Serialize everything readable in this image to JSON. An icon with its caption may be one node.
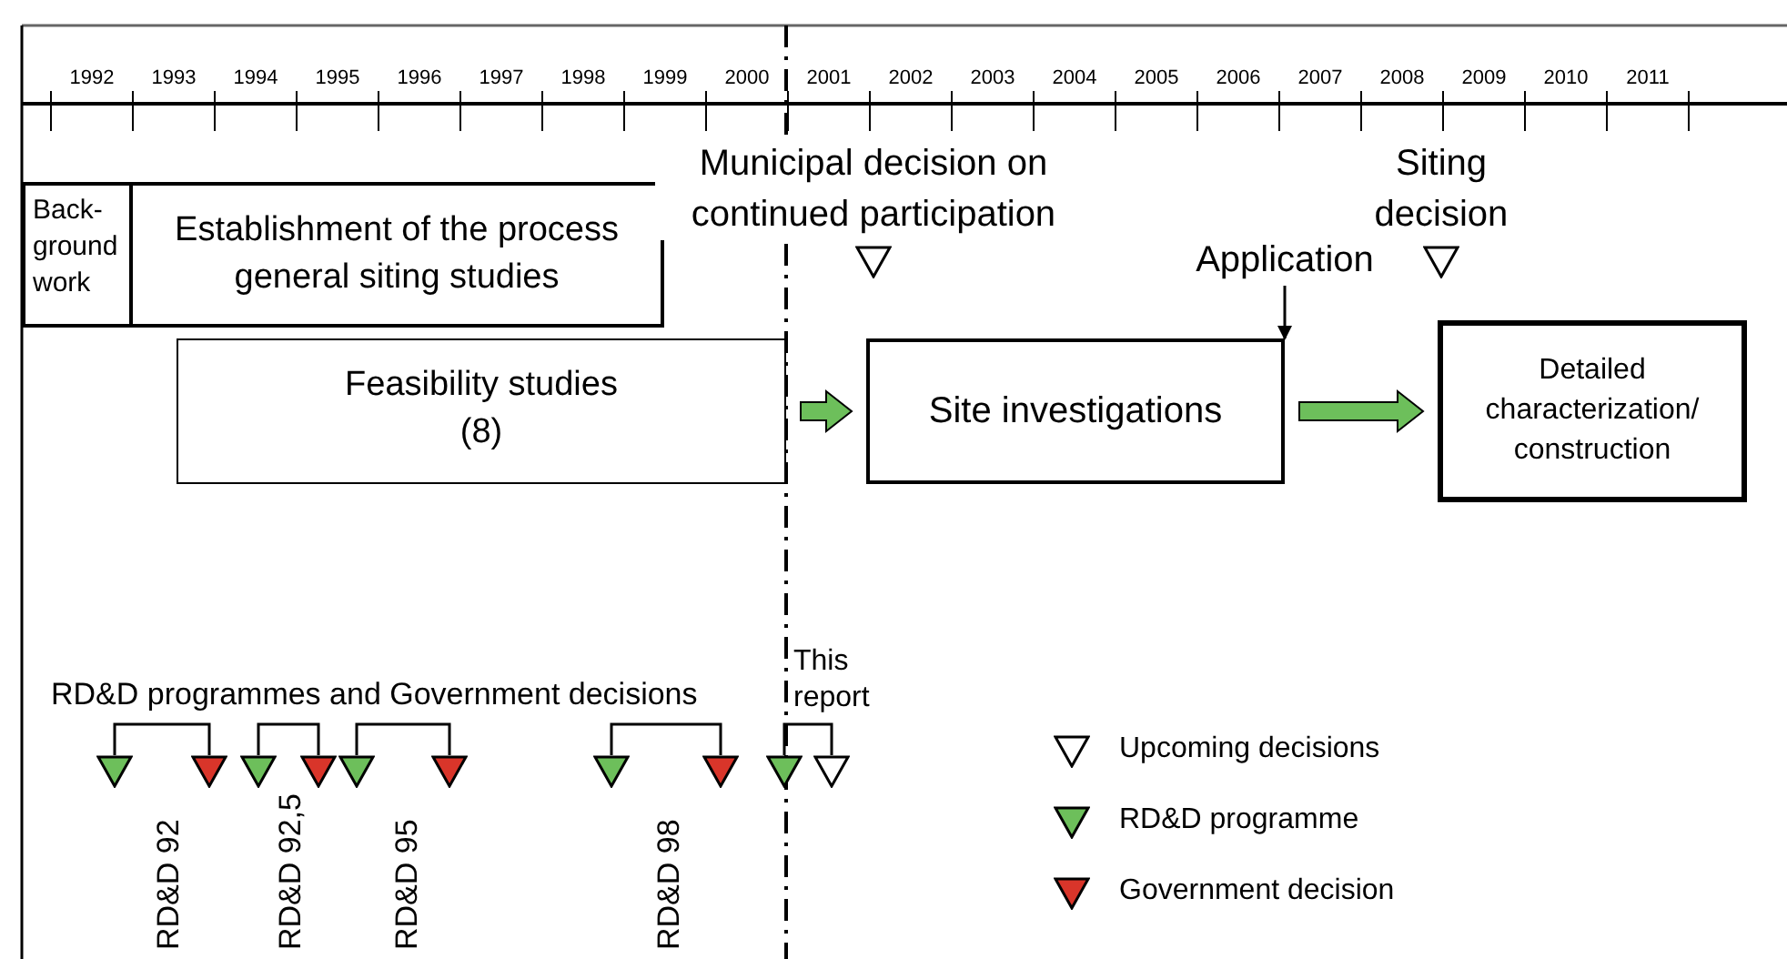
{
  "diagram": {
    "nodes": [
      {
        "text": [
          "Back- ground work"
        ]
      },
      {
        "text": [
          "Establishment of the process general siting studies"
        ]
      },
      {
        "text": [],
        "shape": "triangle",
        "beside": [
          "Municipal decision on continued participation"
        ]
      },
      {
        "text": [
          "Application"
        ]
      },
      {
        "text": [],
        "shape": "triangle",
        "beside": [
          "Siting decision"
        ]
      },
      {
        "text": [
          "Feasibility studies (8)"
        ]
      },
      {
        "text": [
          "Site investigations"
        ]
      },
      {
        "text": [
          "Detailed characterization/ construction"
        ]
      },
      {
        "text": [],
        "shape": "triangle"
      },
      {
        "text": [],
        "shape": "triangle"
      },
      {
        "text": [],
        "shape": "triangle"
      },
      {
        "text": [],
        "shape": "triangle"
      },
      {
        "text": [],
        "shape": "triangle"
      },
      {
        "text": [],
        "shape": "triangle"
      },
      {
        "text": [],
        "shape": "triangle"
      },
      {
        "text": [],
        "shape": "triangle"
      },
      {
        "text": [],
        "shape": "triangle"
      },
      {
        "text": [],
        "shape": "triangle"
      }
    ],
    "edges": [
      {
        "from": 3,
        "to": 6,
        "arrow": "to"
      },
      {
        "from": 5,
        "to": 6,
        "arrow": "to",
        "style": "thick",
        "color": "#6dbf5b"
      },
      {
        "from": 6,
        "to": 7,
        "arrow": "to",
        "style": "thick",
        "color": "#6dbf5b"
      },
      {
        "from": 8,
        "to": 9,
        "arrow": "none"
      },
      {
        "from": 10,
        "to": 11,
        "arrow": "none"
      },
      {
        "from": 12,
        "to": 13,
        "arrow": "none"
      },
      {
        "from": 14,
        "to": 15,
        "arrow": "none"
      },
      {
        "from": 16,
        "to": 17,
        "arrow": "none"
      }
    ],
    "labels": [
      "1992",
      "1993",
      "1994",
      "1995",
      "1996",
      "1997",
      "1998",
      "1999",
      "2000",
      "2001",
      "2002",
      "2003",
      "2004",
      "2005",
      "2006",
      "2007",
      "2008",
      "2009",
      "2010",
      "2011",
      "RD&D programmes and Government decisions",
      "This report",
      "RD&D 92",
      "RD&D 92,5",
      "RD&D 95",
      "RD&D 98"
    ],
    "legend": [
      {
        "text": "Upcoming decisions",
        "color": "#ffffff"
      },
      {
        "text": "RD&D programme",
        "color": "#6dbf5b"
      },
      {
        "text": "Government decision",
        "color": "#d9352a"
      }
    ]
  }
}
